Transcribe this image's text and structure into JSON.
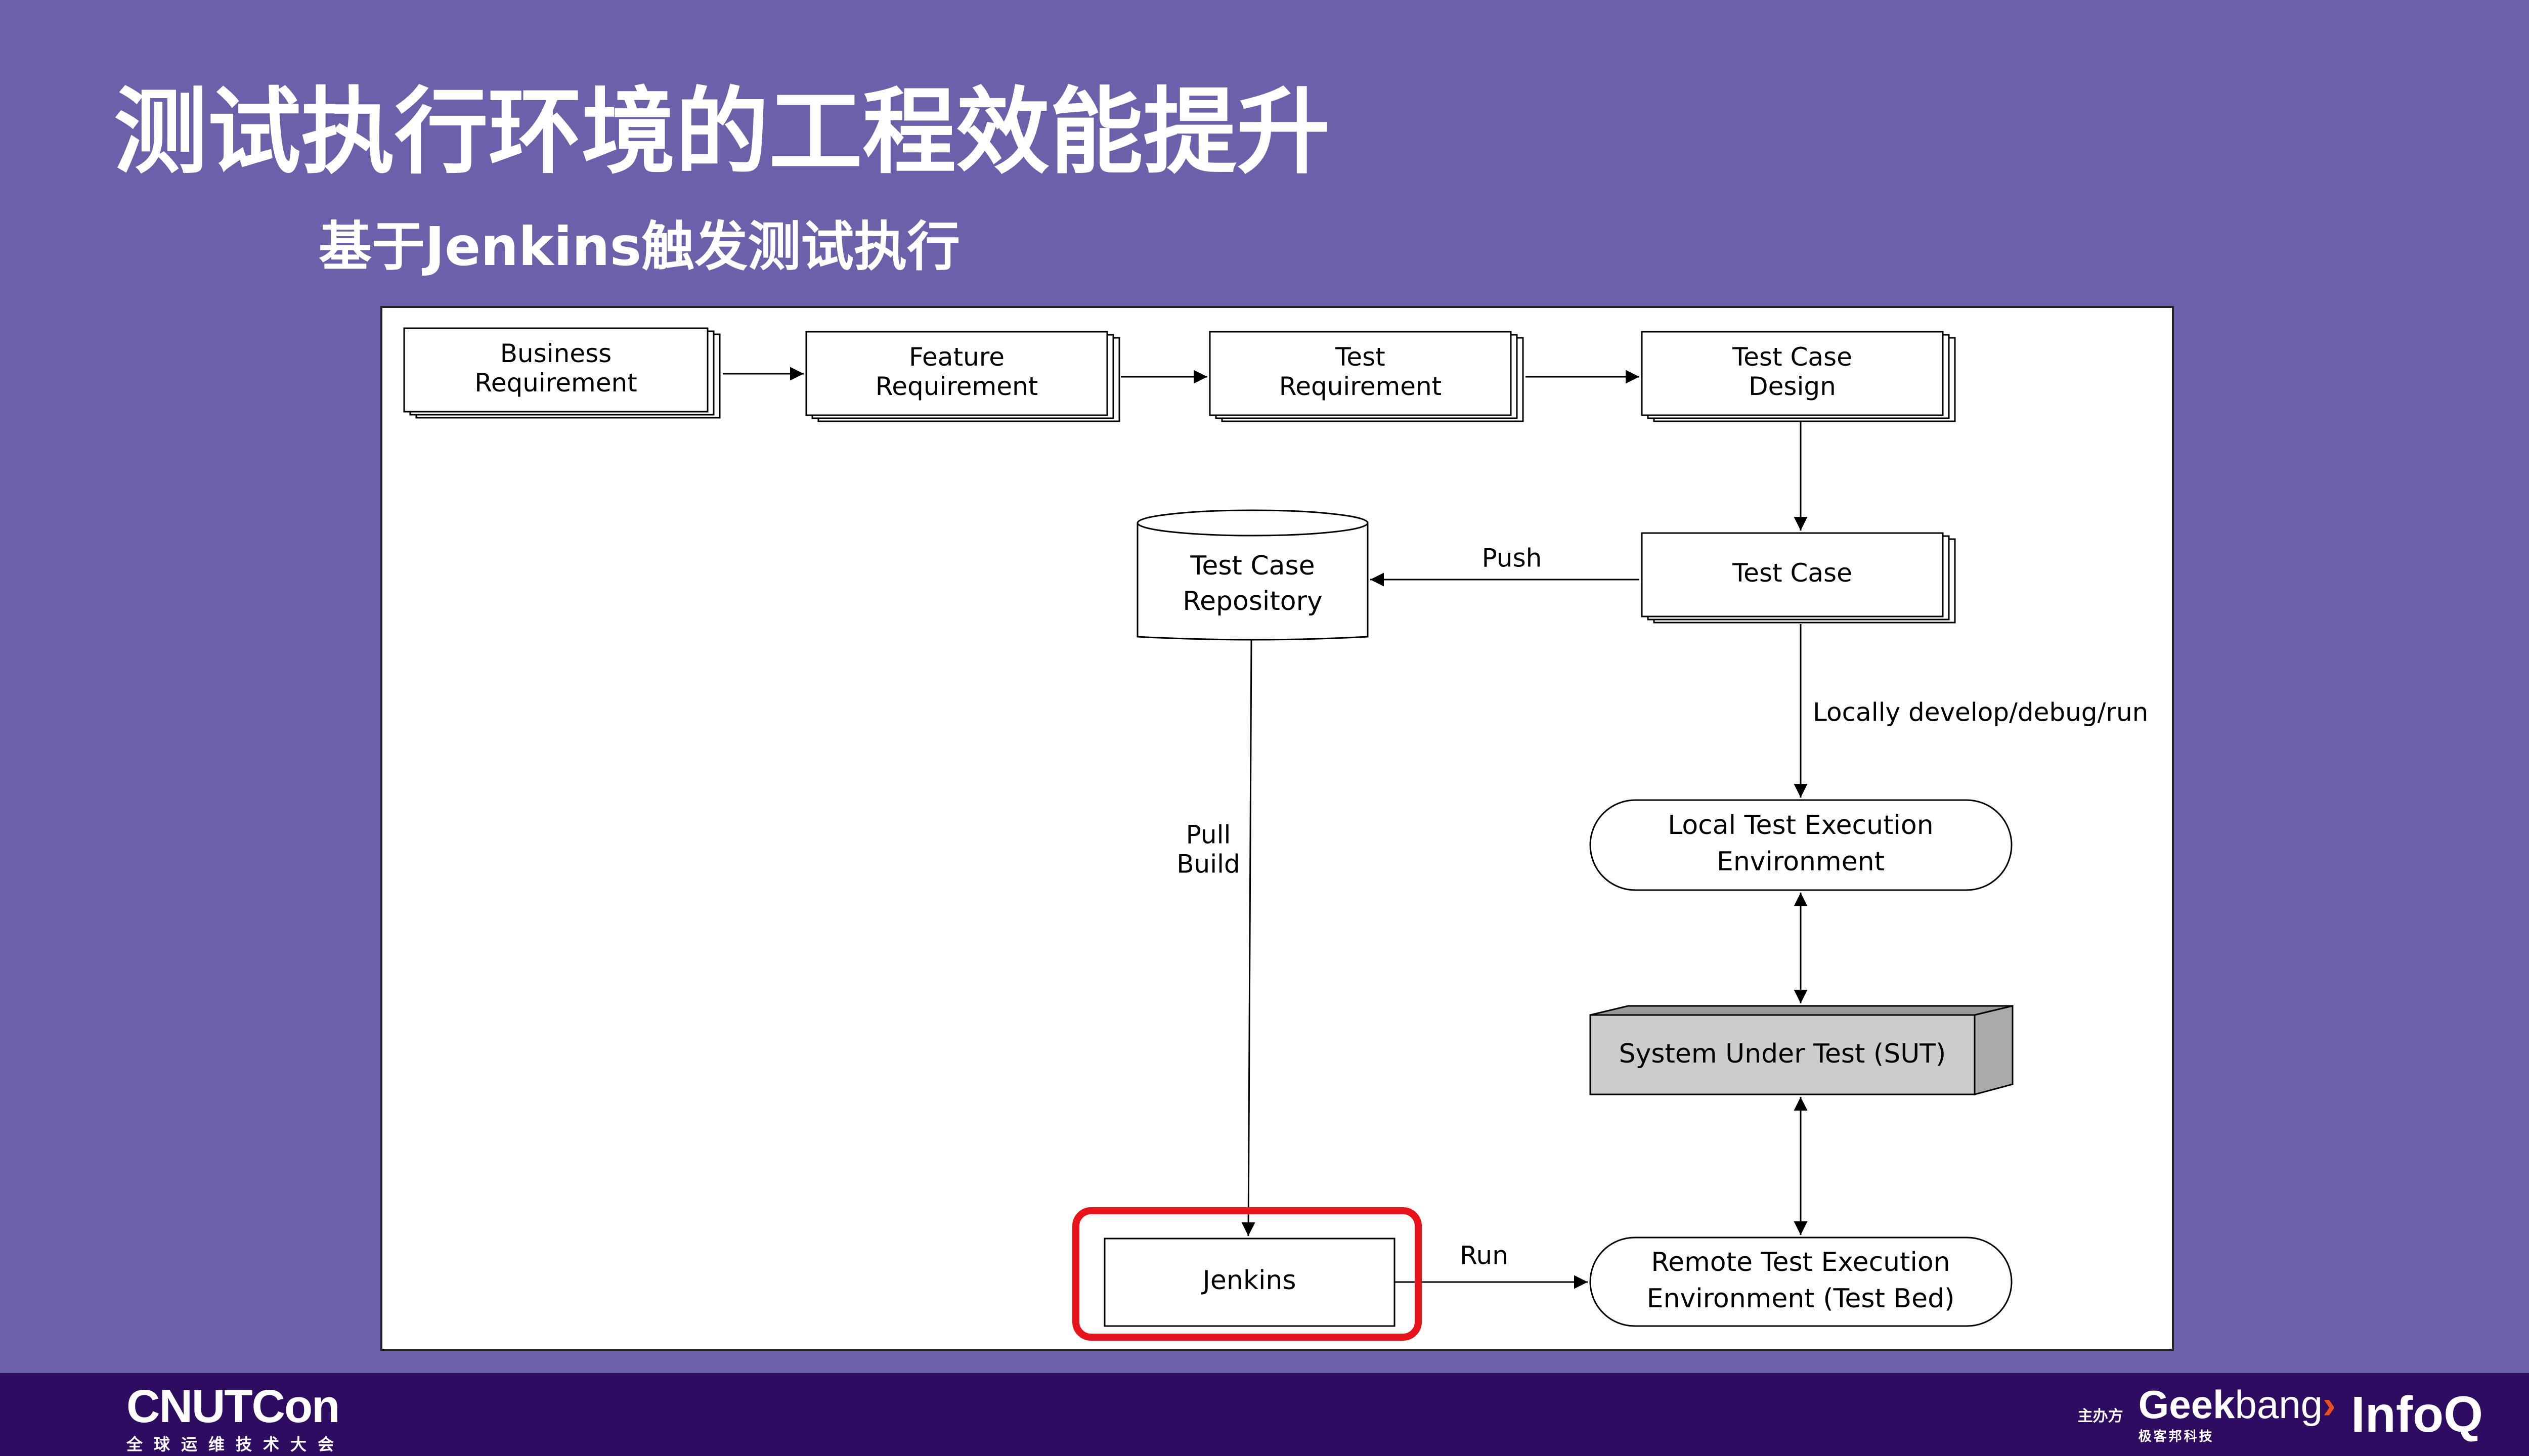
{
  "slide": {
    "title": "测试执行环境的工程效能提升",
    "subtitle": "基于Jenkins触发测试执行"
  },
  "diagram": {
    "nodes": {
      "business_requirement": [
        "Business",
        "Requirement"
      ],
      "feature_requirement": [
        "Feature",
        "Requirement"
      ],
      "test_requirement": [
        "Test",
        "Requirement"
      ],
      "test_case_design": [
        "Test Case",
        "Design"
      ],
      "test_case": [
        "Test Case"
      ],
      "test_case_repository": [
        "Test Case",
        "Repository"
      ],
      "local_env": [
        "Local Test Execution",
        "Environment"
      ],
      "sut": [
        "System Under Test (SUT)"
      ],
      "jenkins": [
        "Jenkins"
      ],
      "remote_env": [
        "Remote Test Execution",
        "Environment (Test Bed)"
      ]
    },
    "edge_labels": {
      "push": "Push",
      "locally": "Locally develop/debug/run",
      "pull_build": [
        "Pull",
        "Build"
      ],
      "run": "Run"
    },
    "highlight_color": "#e8141b",
    "sut_fill": "#cccccc"
  },
  "footer": {
    "left_brand": "CNUTCon",
    "left_tagline": "全球运维技术大会",
    "organizer_label": "主办方",
    "geek_brand_a": "Geek",
    "geek_brand_b": "bang",
    "geek_mark": "›",
    "geek_tagline": "极客邦科技",
    "infoq": "InfoQ"
  }
}
